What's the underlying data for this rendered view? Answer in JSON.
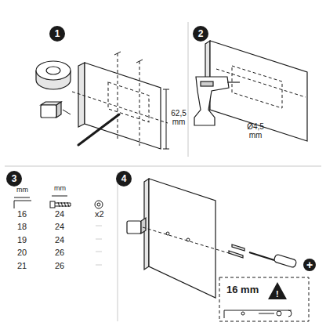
{
  "diagram": {
    "nodes": [
      {
        "text": [
          "1"
        ]
      },
      {
        "text": [
          "2"
        ]
      },
      {
        "text": [
          "3"
        ]
      },
      {
        "text": [
          "4"
        ]
      }
    ],
    "edges": [],
    "labels": [
      "62,5 mm",
      "Ø4,5 mm",
      "mm",
      "mm",
      "16",
      "18",
      "19",
      "20",
      "21",
      "24",
      "24",
      "24",
      "26",
      "26",
      "x2",
      "+",
      "16 mm",
      "!"
    ]
  }
}
